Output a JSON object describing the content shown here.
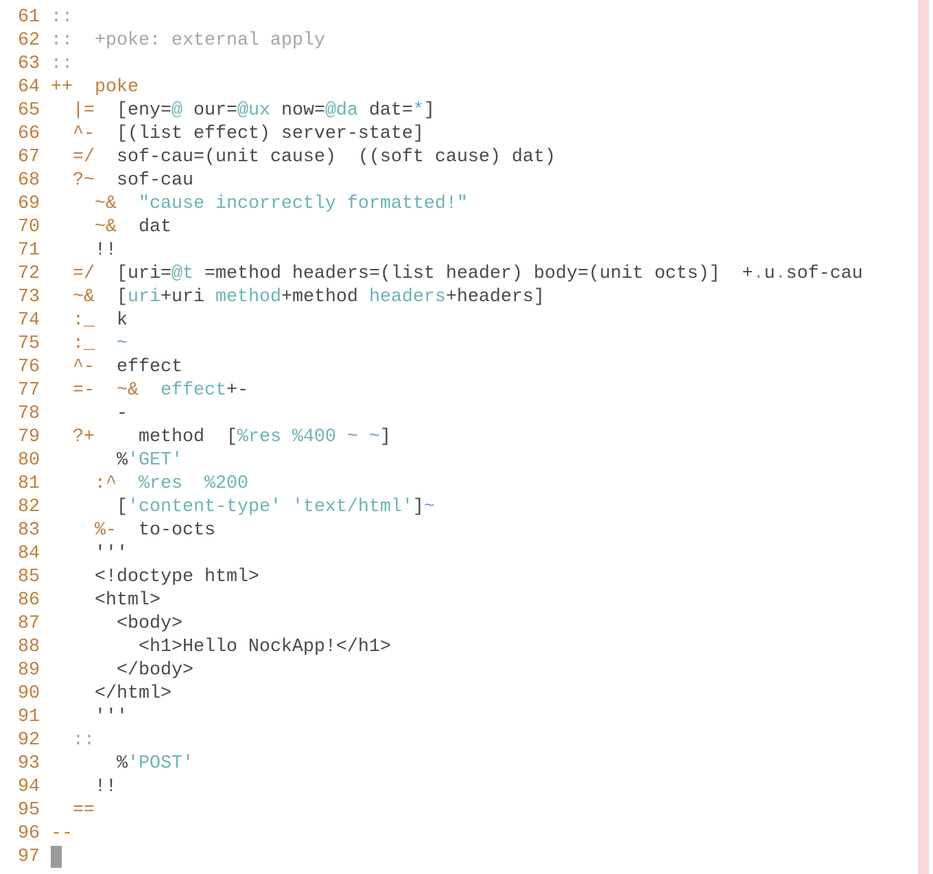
{
  "editor": {
    "colors": {
      "rune": "#c27c3a",
      "text": "#4a4a4a",
      "literal": "#6bb3b8",
      "comment": "#a6a6a6",
      "constant": "#6a9fd4",
      "margin": "#f9dada"
    },
    "cursor_line": "97",
    "lines": [
      {
        "n": "61",
        "segs": [
          [
            "::",
            "c"
          ]
        ]
      },
      {
        "n": "62",
        "segs": [
          [
            "::  +poke: external apply",
            "c"
          ]
        ]
      },
      {
        "n": "63",
        "segs": [
          [
            "::",
            "c"
          ]
        ]
      },
      {
        "n": "64",
        "segs": [
          [
            "++  poke",
            "r"
          ]
        ]
      },
      {
        "n": "65",
        "segs": [
          [
            "  |=  ",
            "r"
          ],
          [
            "[eny=",
            "t"
          ],
          [
            "@",
            "s"
          ],
          [
            " our=",
            "t"
          ],
          [
            "@ux",
            "s"
          ],
          [
            " now=",
            "t"
          ],
          [
            "@da",
            "s"
          ],
          [
            " dat=",
            "t"
          ],
          [
            "*",
            "b"
          ],
          [
            "]",
            "t"
          ]
        ]
      },
      {
        "n": "66",
        "segs": [
          [
            "  ^-  ",
            "r"
          ],
          [
            "[(list effect) server-state]",
            "t"
          ]
        ]
      },
      {
        "n": "67",
        "segs": [
          [
            "  =/  ",
            "r"
          ],
          [
            "sof-cau=(unit cause)  ((soft cause) dat)",
            "t"
          ]
        ]
      },
      {
        "n": "68",
        "segs": [
          [
            "  ?~  ",
            "r"
          ],
          [
            "sof-cau",
            "t"
          ]
        ]
      },
      {
        "n": "69",
        "segs": [
          [
            "    ~&  ",
            "r"
          ],
          [
            "\"cause incorrectly formatted!\"",
            "s"
          ]
        ]
      },
      {
        "n": "70",
        "segs": [
          [
            "    ~&  ",
            "r"
          ],
          [
            "dat",
            "t"
          ]
        ]
      },
      {
        "n": "71",
        "segs": [
          [
            "    !!",
            "t"
          ]
        ]
      },
      {
        "n": "72",
        "segs": [
          [
            "  =/  ",
            "r"
          ],
          [
            "[uri=",
            "t"
          ],
          [
            "@t",
            "s"
          ],
          [
            " =method headers=(list header) body=(unit octs)]  +",
            "t"
          ],
          [
            ".",
            "b"
          ],
          [
            "u",
            "t"
          ],
          [
            ".",
            "b"
          ],
          [
            "sof-cau",
            "t"
          ]
        ]
      },
      {
        "n": "73",
        "segs": [
          [
            "  ~&  ",
            "r"
          ],
          [
            "[",
            "t"
          ],
          [
            "uri",
            "s"
          ],
          [
            "+uri ",
            "t"
          ],
          [
            "method",
            "s"
          ],
          [
            "+method ",
            "t"
          ],
          [
            "headers",
            "s"
          ],
          [
            "+headers]",
            "t"
          ]
        ]
      },
      {
        "n": "74",
        "segs": [
          [
            "  :_  ",
            "r"
          ],
          [
            "k",
            "t"
          ]
        ]
      },
      {
        "n": "75",
        "segs": [
          [
            "  :_  ",
            "r"
          ],
          [
            "~",
            "b"
          ]
        ]
      },
      {
        "n": "76",
        "segs": [
          [
            "  ^-  ",
            "r"
          ],
          [
            "effect",
            "t"
          ]
        ]
      },
      {
        "n": "77",
        "segs": [
          [
            "  =-  ~&  ",
            "r"
          ],
          [
            "effect",
            "s"
          ],
          [
            "+-",
            "t"
          ]
        ]
      },
      {
        "n": "78",
        "segs": [
          [
            "      -",
            "t"
          ]
        ]
      },
      {
        "n": "79",
        "segs": [
          [
            "  ?+    ",
            "r"
          ],
          [
            "method  [",
            "t"
          ],
          [
            "%res %400",
            "s"
          ],
          [
            " ",
            "t"
          ],
          [
            "~",
            "b"
          ],
          [
            " ",
            "t"
          ],
          [
            "~",
            "b"
          ],
          [
            "]",
            "t"
          ]
        ]
      },
      {
        "n": "80",
        "segs": [
          [
            "      %",
            "t"
          ],
          [
            "'GET'",
            "s"
          ]
        ]
      },
      {
        "n": "81",
        "segs": [
          [
            "    :^  ",
            "r"
          ],
          [
            "%res  %200",
            "s"
          ]
        ]
      },
      {
        "n": "82",
        "segs": [
          [
            "      [",
            "t"
          ],
          [
            "'content-type'",
            "s"
          ],
          [
            " ",
            "t"
          ],
          [
            "'text/html'",
            "s"
          ],
          [
            "]",
            "t"
          ],
          [
            "~",
            "b"
          ]
        ]
      },
      {
        "n": "83",
        "segs": [
          [
            "    %-  ",
            "r"
          ],
          [
            "to-octs",
            "t"
          ]
        ]
      },
      {
        "n": "84",
        "segs": [
          [
            "    '''",
            "t"
          ]
        ]
      },
      {
        "n": "85",
        "segs": [
          [
            "    <!doctype html>",
            "t"
          ]
        ]
      },
      {
        "n": "86",
        "segs": [
          [
            "    <html>",
            "t"
          ]
        ]
      },
      {
        "n": "87",
        "segs": [
          [
            "      <body>",
            "t"
          ]
        ]
      },
      {
        "n": "88",
        "segs": [
          [
            "        <h1>Hello NockApp!</h1>",
            "t"
          ]
        ]
      },
      {
        "n": "89",
        "segs": [
          [
            "      </body>",
            "t"
          ]
        ]
      },
      {
        "n": "90",
        "segs": [
          [
            "    </html>",
            "t"
          ]
        ]
      },
      {
        "n": "91",
        "segs": [
          [
            "    '''",
            "t"
          ]
        ]
      },
      {
        "n": "92",
        "segs": [
          [
            "  ::",
            "c"
          ]
        ]
      },
      {
        "n": "93",
        "segs": [
          [
            "      %",
            "t"
          ],
          [
            "'POST'",
            "s"
          ]
        ]
      },
      {
        "n": "94",
        "segs": [
          [
            "    !!",
            "t"
          ]
        ]
      },
      {
        "n": "95",
        "segs": [
          [
            "  ==",
            "r"
          ]
        ]
      },
      {
        "n": "96",
        "segs": [
          [
            "--",
            "r"
          ]
        ]
      },
      {
        "n": "97",
        "segs": []
      }
    ]
  }
}
